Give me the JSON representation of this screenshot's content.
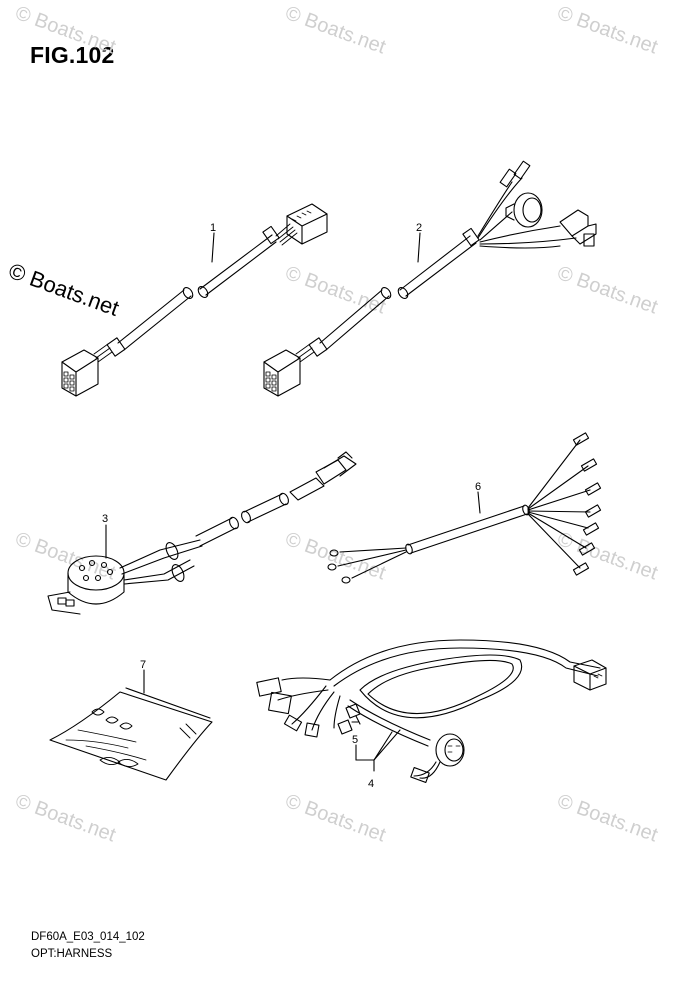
{
  "figure": {
    "title": "FIG.102"
  },
  "footer": {
    "code": "DF60A_E03_014_102",
    "caption": "OPT:HARNESS"
  },
  "watermark": {
    "text": "© Boats.net"
  },
  "parts": [
    {
      "ref": "1"
    },
    {
      "ref": "2"
    },
    {
      "ref": "3"
    },
    {
      "ref": "4"
    },
    {
      "ref": "5"
    },
    {
      "ref": "6"
    },
    {
      "ref": "7"
    }
  ],
  "colors": {
    "line": "#000000",
    "watermark": "#cfcfcf",
    "background": "#ffffff"
  }
}
